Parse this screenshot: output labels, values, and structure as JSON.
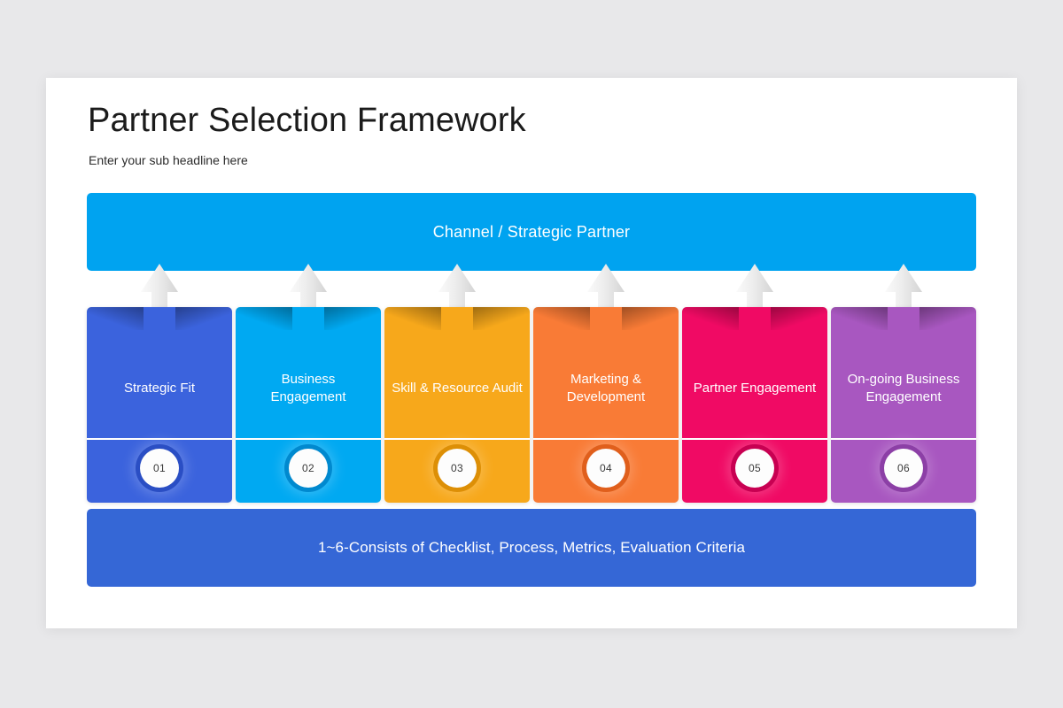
{
  "slide": {
    "title": "Partner Selection Framework",
    "subtitle": "Enter your sub headline here",
    "background": "#e8e8ea",
    "surface": "#ffffff"
  },
  "top_banner": {
    "label": "Channel / Strategic Partner",
    "color": "#00a3f0",
    "text_color": "#ffffff"
  },
  "bottom_banner": {
    "label": "1~6-Consists of Checklist, Process, Metrics, Evaluation Criteria",
    "color": "#3567d6",
    "text_color": "#ffffff"
  },
  "connector_arrows": {
    "icon": "arrow-up-icon",
    "count": 6,
    "color": "#e6e6e6"
  },
  "flow_arrows": {
    "icon": "arrow-right-icon",
    "color": "#ffffff",
    "count": 4
  },
  "cards": [
    {
      "number": "01",
      "title": "Strategic Fit",
      "color": "#3b63dd",
      "ring": "#2a4ec4"
    },
    {
      "number": "02",
      "title": "Business Engagement",
      "color": "#00a9f2",
      "ring": "#0089cf"
    },
    {
      "number": "03",
      "title": "Skill & Resource Audit",
      "color": "#f7a81b",
      "ring": "#dd8f06"
    },
    {
      "number": "04",
      "title": "Marketing & Development",
      "color": "#f97b36",
      "ring": "#e05f1c"
    },
    {
      "number": "05",
      "title": "Partner Engagement",
      "color": "#f00a64",
      "ring": "#c80052"
    },
    {
      "number": "06",
      "title": "On-going Business Engagement",
      "color": "#a857c0",
      "ring": "#8c3fa6"
    }
  ]
}
